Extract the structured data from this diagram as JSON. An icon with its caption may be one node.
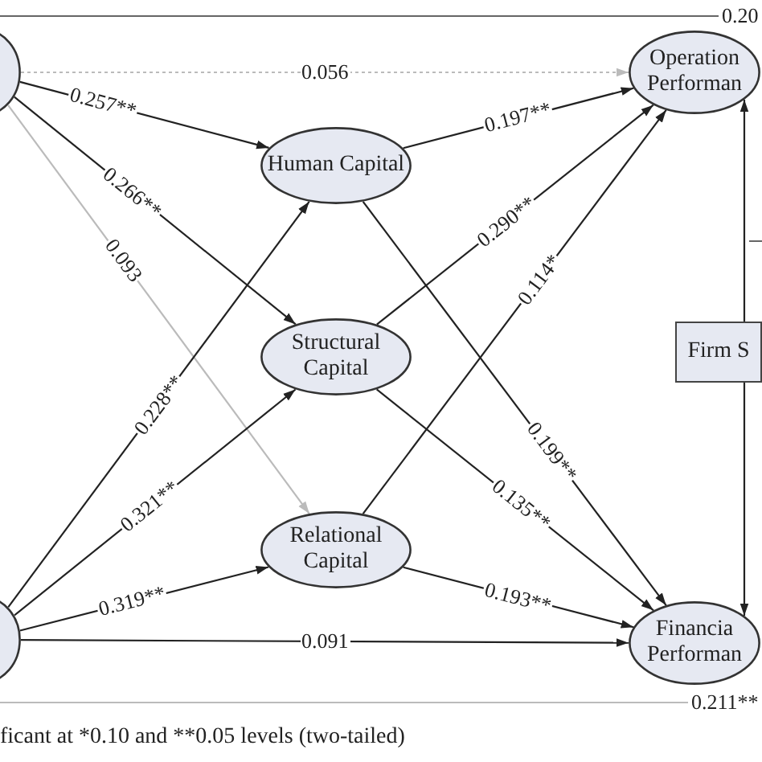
{
  "diagram": {
    "caption": "ficant at *0.10 and **0.05 levels (two-tailed)",
    "nodes": [
      {
        "text": [],
        "shape": "ellipse"
      },
      {
        "text": [],
        "shape": "ellipse"
      },
      {
        "text": [
          "Human Capital"
        ]
      },
      {
        "text": [
          "Structural Capital"
        ]
      },
      {
        "text": [
          "Relational Capital"
        ]
      },
      {
        "text": [
          "Operation Performan"
        ]
      },
      {
        "text": [
          "Firm S"
        ]
      },
      {
        "text": [
          "Financia Performan"
        ]
      }
    ],
    "edges": [
      {
        "from": 0,
        "to": 5,
        "arrow": "to",
        "label": "0.056",
        "style": "dashed",
        "color": "#bbbbbb"
      },
      {
        "from": 0,
        "to": 2,
        "arrow": "to",
        "label": "0.257**"
      },
      {
        "from": 0,
        "to": 3,
        "arrow": "to",
        "label": "0.266**"
      },
      {
        "from": 0,
        "to": 4,
        "arrow": "to",
        "label": "0.093",
        "color": "#bbbbbb"
      },
      {
        "from": 1,
        "to": 2,
        "arrow": "to",
        "label": "0.228**"
      },
      {
        "from": 1,
        "to": 3,
        "arrow": "to",
        "label": "0.321**"
      },
      {
        "from": 1,
        "to": 4,
        "arrow": "to",
        "label": "0.319**"
      },
      {
        "from": 1,
        "to": 7,
        "arrow": "to",
        "label": "0.091"
      },
      {
        "from": 2,
        "to": 5,
        "arrow": "to",
        "label": "0.197**"
      },
      {
        "from": 2,
        "to": 7,
        "arrow": "to",
        "label": "0.199**"
      },
      {
        "from": 3,
        "to": 5,
        "arrow": "to",
        "label": "0.290**"
      },
      {
        "from": 3,
        "to": 7,
        "arrow": "to",
        "label": "0.135**"
      },
      {
        "from": 4,
        "to": 5,
        "arrow": "to",
        "label": "0.114*"
      },
      {
        "from": 4,
        "to": 7,
        "arrow": "to",
        "label": "0.193**"
      },
      {
        "from": 6,
        "to": 5,
        "arrow": "to"
      },
      {
        "from": 6,
        "to": 7,
        "arrow": "to"
      }
    ],
    "labels": [
      "0.20",
      "0.211**"
    ]
  }
}
